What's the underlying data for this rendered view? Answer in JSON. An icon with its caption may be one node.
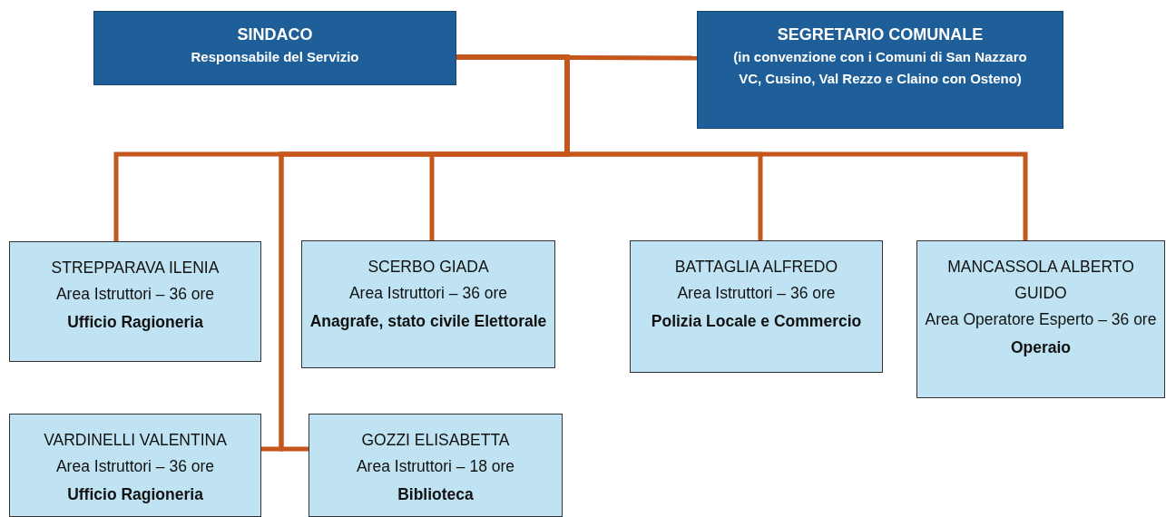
{
  "diagram": {
    "nodes": [
      {
        "text": [
          "SINDACO",
          "Responsabile del Servizio"
        ]
      },
      {
        "text": [
          "SEGRETARIO COMUNALE",
          "(in convenzione con i Comuni di San Nazzaro VC, Cusino, Val Rezzo e Claino con Osteno)"
        ]
      },
      {
        "text": [
          "STREPPARAVA ILENIA",
          "Area Istruttori – 36 ore",
          "Ufficio Ragioneria"
        ]
      },
      {
        "text": [
          "SCERBO GIADA",
          "Area Istruttori – 36 ore",
          "Anagrafe, stato civile Elettorale"
        ]
      },
      {
        "text": [
          "BATTAGLIA ALFREDO",
          "Area Istruttori – 36 ore",
          "Polizia Locale e Commercio"
        ]
      },
      {
        "text": [
          "MANCASSOLA ALBERTO GUIDO",
          "Area Operatore Esperto – 36 ore",
          "Operaio"
        ]
      },
      {
        "text": [
          "VARDINELLI VALENTINA",
          "Area Istruttori – 36 ore",
          "Ufficio Ragioneria"
        ]
      },
      {
        "text": [
          "GOZZI ELISABETTA",
          "Area Istruttori – 18 ore",
          "Biblioteca"
        ]
      }
    ],
    "edges": [
      {
        "from": 0,
        "to": 1,
        "arrow": "none"
      },
      {
        "from": 0,
        "to": 2,
        "arrow": "none"
      },
      {
        "from": 0,
        "to": 3,
        "arrow": "none"
      },
      {
        "from": 0,
        "to": 4,
        "arrow": "none"
      },
      {
        "from": 0,
        "to": 5,
        "arrow": "none"
      },
      {
        "from": 0,
        "to": 6,
        "arrow": "none"
      },
      {
        "from": 0,
        "to": 7,
        "arrow": "none"
      }
    ]
  }
}
